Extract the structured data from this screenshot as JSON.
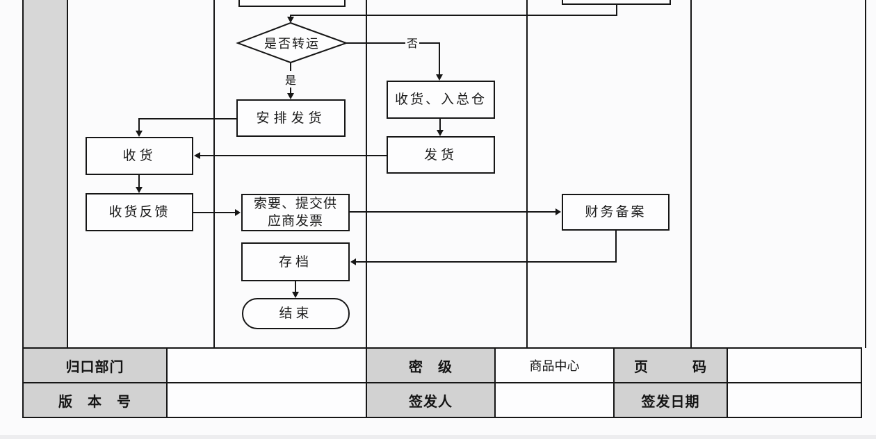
{
  "colors": {
    "background": "#fbfbfc",
    "line": "#161616",
    "stage_bar": "#d7d7d7",
    "label_cell": "#d2d2d2",
    "bottom_strip": "#ededef"
  },
  "flowchart": {
    "decision": {
      "label": "是否转运"
    },
    "branch_yes": "是",
    "branch_no": "否",
    "boxes": {
      "receive_into_warehouse": "收货、入总仓",
      "arrange_shipment": "安排发货",
      "receive_goods": "收货",
      "ship_goods": "发货",
      "receive_feedback": "收货反馈",
      "invoice_line1": "索要、提交供",
      "invoice_line2": "应商发票",
      "finance_filing": "财务备案",
      "archive": "存档",
      "end": "结束"
    }
  },
  "table": {
    "row1": {
      "dept_label": "归口部门",
      "dept_value": "",
      "secrecy_label": "密　级",
      "secrecy_value": "商品中心",
      "page_label": "页　　　码",
      "page_value": ""
    },
    "row2": {
      "version_label": "版　本　号",
      "version_value": "",
      "issuer_label": "签发人",
      "issuer_value": "",
      "issue_date_label": "签发日期",
      "issue_date_value": ""
    }
  }
}
